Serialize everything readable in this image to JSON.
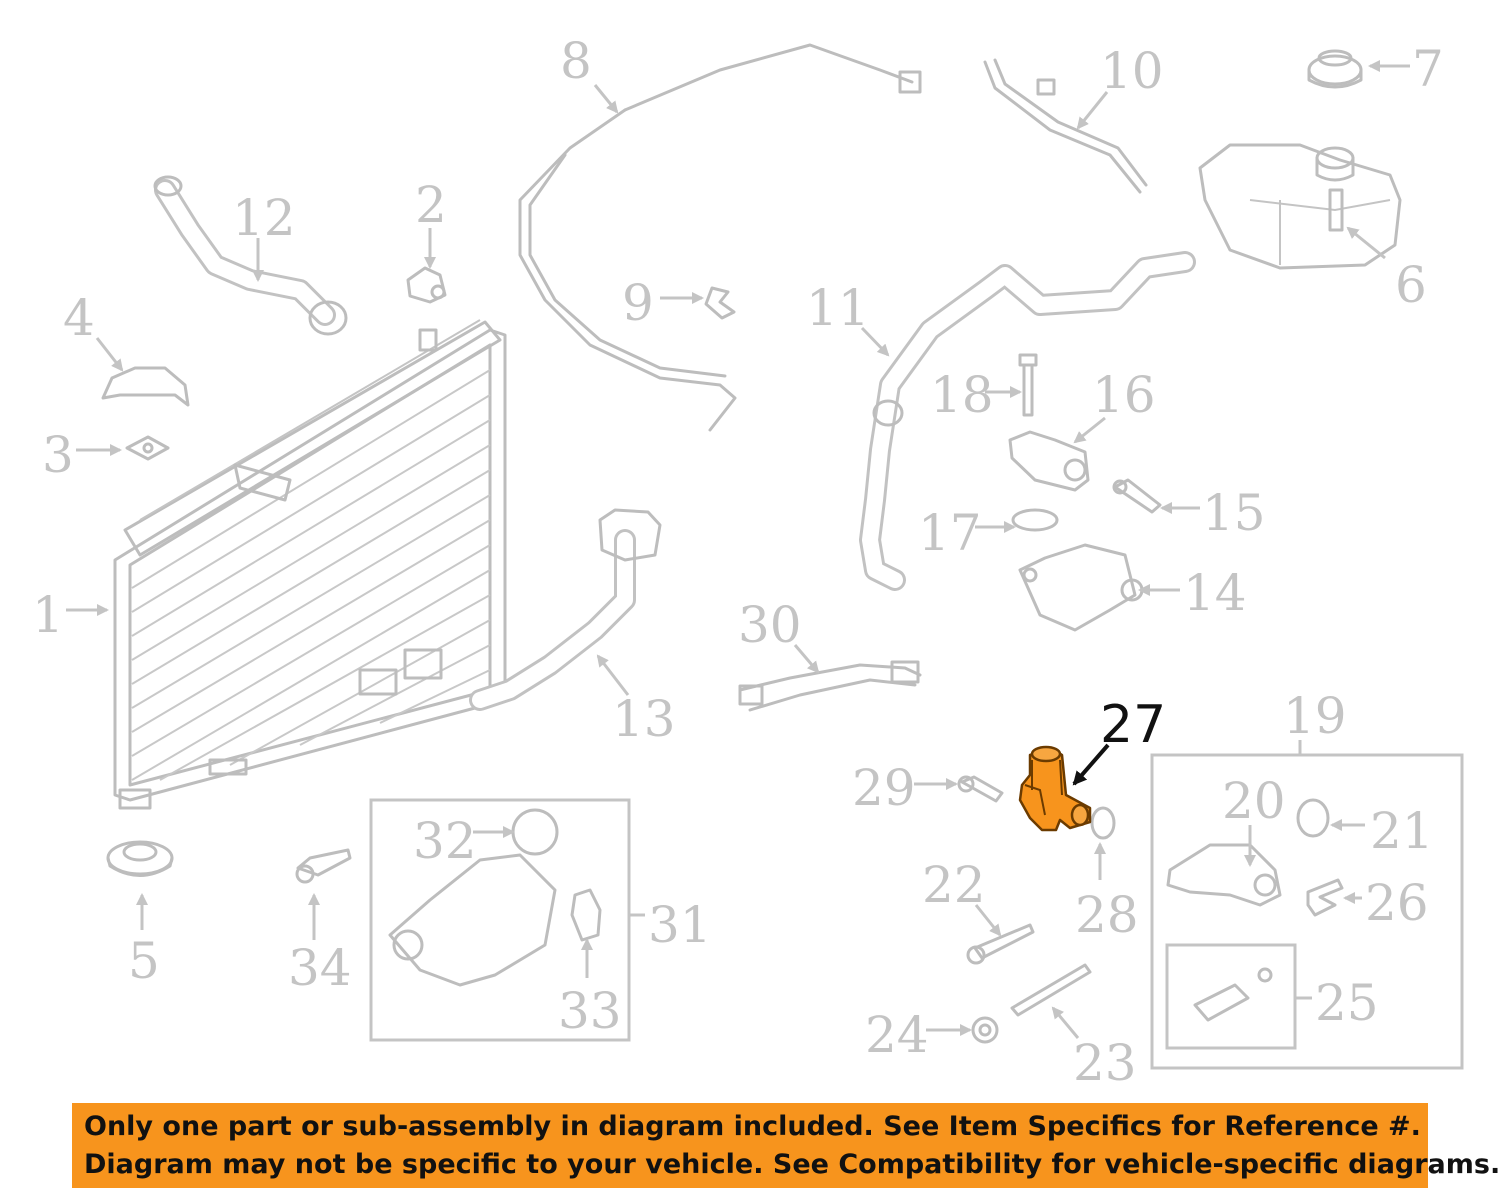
{
  "callouts": [
    {
      "id": "1",
      "text": "1"
    },
    {
      "id": "2",
      "text": "2"
    },
    {
      "id": "3",
      "text": "3"
    },
    {
      "id": "4",
      "text": "4"
    },
    {
      "id": "5",
      "text": "5"
    },
    {
      "id": "6",
      "text": "6"
    },
    {
      "id": "7",
      "text": "7"
    },
    {
      "id": "8",
      "text": "8"
    },
    {
      "id": "9",
      "text": "9"
    },
    {
      "id": "10",
      "text": "10"
    },
    {
      "id": "11",
      "text": "11"
    },
    {
      "id": "12",
      "text": "12"
    },
    {
      "id": "13",
      "text": "13"
    },
    {
      "id": "14",
      "text": "14"
    },
    {
      "id": "15",
      "text": "15"
    },
    {
      "id": "16",
      "text": "16"
    },
    {
      "id": "17",
      "text": "17"
    },
    {
      "id": "18",
      "text": "18"
    },
    {
      "id": "19",
      "text": "19"
    },
    {
      "id": "20",
      "text": "20"
    },
    {
      "id": "21",
      "text": "21"
    },
    {
      "id": "22",
      "text": "22"
    },
    {
      "id": "23",
      "text": "23"
    },
    {
      "id": "24",
      "text": "24"
    },
    {
      "id": "25",
      "text": "25"
    },
    {
      "id": "26",
      "text": "26"
    },
    {
      "id": "27",
      "text": "27"
    },
    {
      "id": "28",
      "text": "28"
    },
    {
      "id": "29",
      "text": "29"
    },
    {
      "id": "30",
      "text": "30"
    },
    {
      "id": "31",
      "text": "31"
    },
    {
      "id": "32",
      "text": "32"
    },
    {
      "id": "33",
      "text": "33"
    },
    {
      "id": "34",
      "text": "34"
    }
  ],
  "highlighted_part": "27",
  "colors": {
    "highlight_part": "#f7941d",
    "banner_background": "#f7941d",
    "line_art": "#bdbdbd",
    "callout_text": "#c4c4c4",
    "highlight_text": "#111111"
  },
  "banner": {
    "line1": "Only one part or sub-assembly in diagram included. See Item Specifics for Reference #.",
    "line2": "Diagram may not be specific to your vehicle. See Compatibility for vehicle-specific diagrams."
  }
}
